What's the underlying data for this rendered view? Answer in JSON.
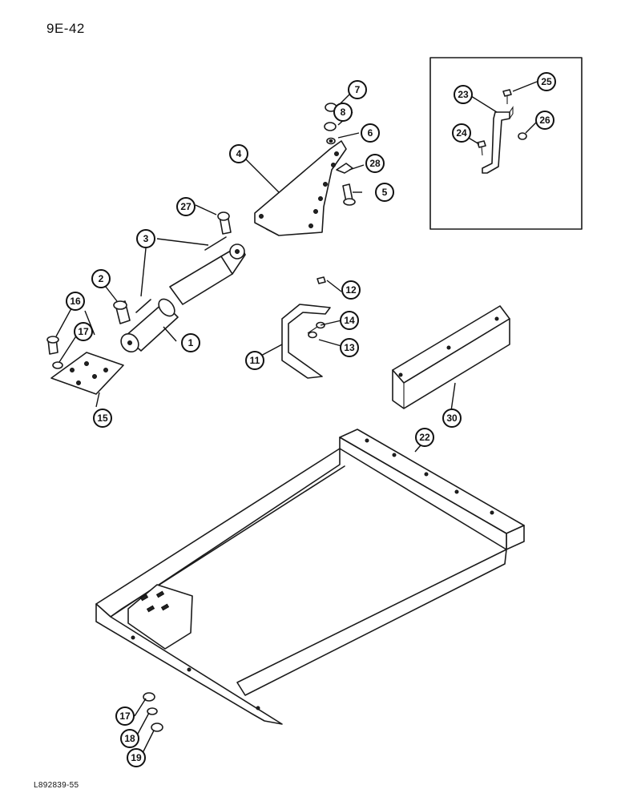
{
  "page_id": "9E-42",
  "footer_code": "L892839-55",
  "callouts": [
    {
      "label": "1"
    },
    {
      "label": "2"
    },
    {
      "label": "3"
    },
    {
      "label": "4"
    },
    {
      "label": "5"
    },
    {
      "label": "6"
    },
    {
      "label": "7"
    },
    {
      "label": "8"
    },
    {
      "label": "11"
    },
    {
      "label": "12"
    },
    {
      "label": "13"
    },
    {
      "label": "14"
    },
    {
      "label": "15"
    },
    {
      "label": "16"
    },
    {
      "label": "17"
    },
    {
      "label": "17"
    },
    {
      "label": "18"
    },
    {
      "label": "19"
    },
    {
      "label": "22"
    },
    {
      "label": "23"
    },
    {
      "label": "24"
    },
    {
      "label": "25"
    },
    {
      "label": "26"
    },
    {
      "label": "27"
    },
    {
      "label": "28"
    },
    {
      "label": "30"
    }
  ]
}
